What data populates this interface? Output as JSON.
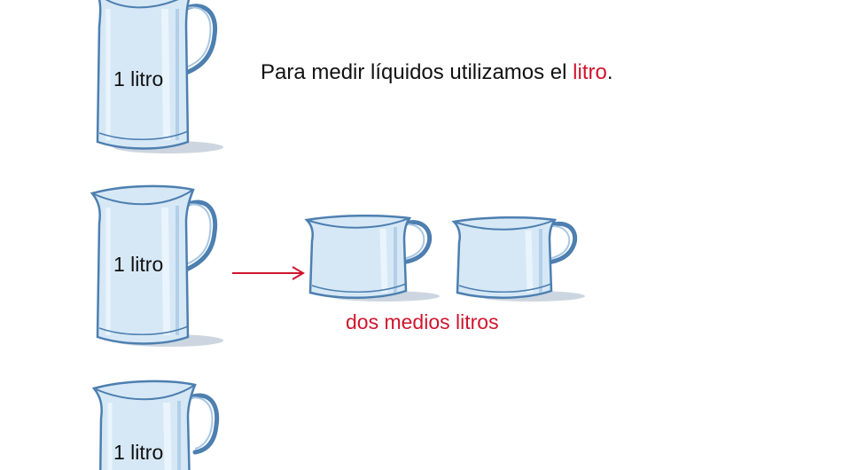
{
  "row1": {
    "jug_label": "1 litro",
    "sentence_prefix": "Para medir líquidos utilizamos el ",
    "sentence_keyword": "litro",
    "sentence_suffix": "."
  },
  "row2": {
    "jug_label": "1 litro",
    "caption": "dos medios litros"
  },
  "row3": {
    "jug_label": "1 litro"
  },
  "colors": {
    "accent_red": "#d0152e",
    "outline_blue": "#4d7fb0",
    "glass_fill": "#d6e8f6",
    "shadow": "#cdd6e0"
  }
}
